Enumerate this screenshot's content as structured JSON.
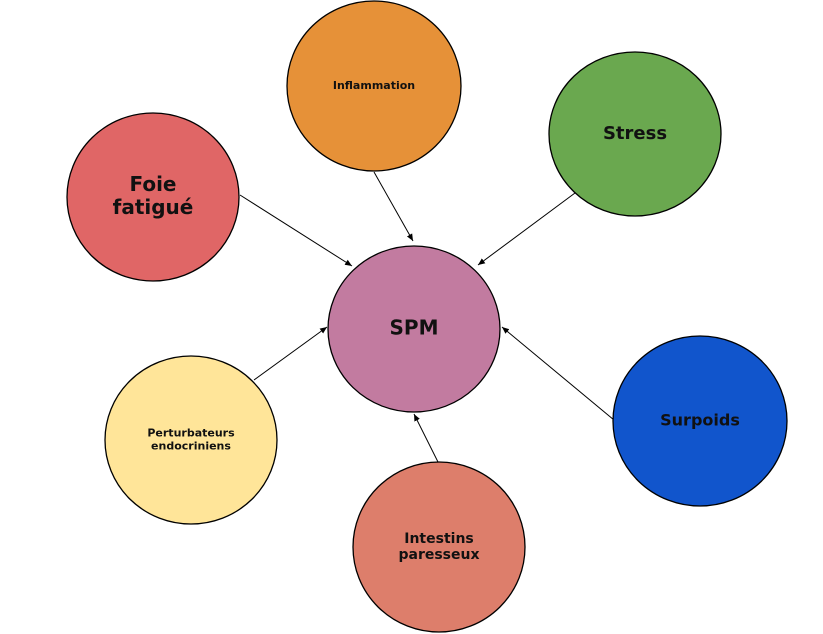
{
  "diagram": {
    "center": {
      "id": "spm",
      "lines": [
        "SPM"
      ],
      "color": "#c27ba0"
    },
    "nodes": [
      {
        "id": "inflammation",
        "lines": [
          "Inflammation"
        ],
        "color": "#e69138"
      },
      {
        "id": "stress",
        "lines": [
          "Stress"
        ],
        "color": "#6aa84f"
      },
      {
        "id": "foie-fatigue",
        "lines": [
          "Foie",
          "fatigué"
        ],
        "color": "#e06666"
      },
      {
        "id": "perturbateurs-endocriniens",
        "lines": [
          "Perturbateurs",
          "endocriniens"
        ],
        "color": "#ffe599"
      },
      {
        "id": "intestins-paresseux",
        "lines": [
          "Intestins",
          "paresseux"
        ],
        "color": "#dd7e6b"
      },
      {
        "id": "surpoids",
        "lines": [
          "Surpoids"
        ],
        "color": "#1155cc"
      }
    ],
    "edges": [
      {
        "from": "foie-fatigue",
        "to": "spm"
      },
      {
        "from": "inflammation",
        "to": "spm"
      },
      {
        "from": "stress",
        "to": "spm"
      },
      {
        "from": "perturbateurs-endocriniens",
        "to": "spm"
      },
      {
        "from": "intestins-paresseux",
        "to": "spm"
      },
      {
        "from": "surpoids",
        "to": "spm"
      }
    ]
  }
}
